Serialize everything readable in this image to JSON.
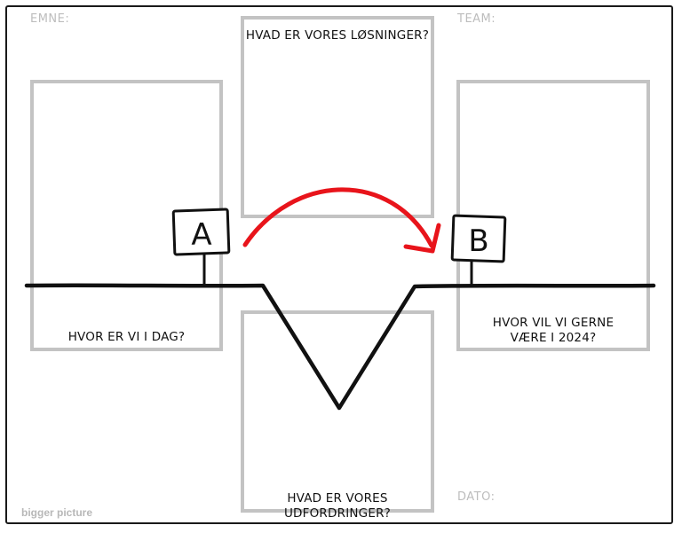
{
  "labels": {
    "emne": "EMNE:",
    "team": "TEAM:",
    "dato": "DATO:",
    "brand": "bigger picture"
  },
  "boxes": {
    "today": "HVOR ER VI I DAG?",
    "solutions": "HVAD ER VORES LØSNINGER?",
    "goal_line1": "HVOR VIL VI GERNE",
    "goal_line2": "VÆRE I 2024?",
    "challenges": "HVAD ER VORES UDFORDRINGER?"
  },
  "signs": {
    "start": "A",
    "end": "B"
  },
  "colors": {
    "arrow": "#e8141b",
    "ground": "#111111",
    "box_border": "#c3c3c3",
    "label_gray": "#bdbdbd"
  }
}
